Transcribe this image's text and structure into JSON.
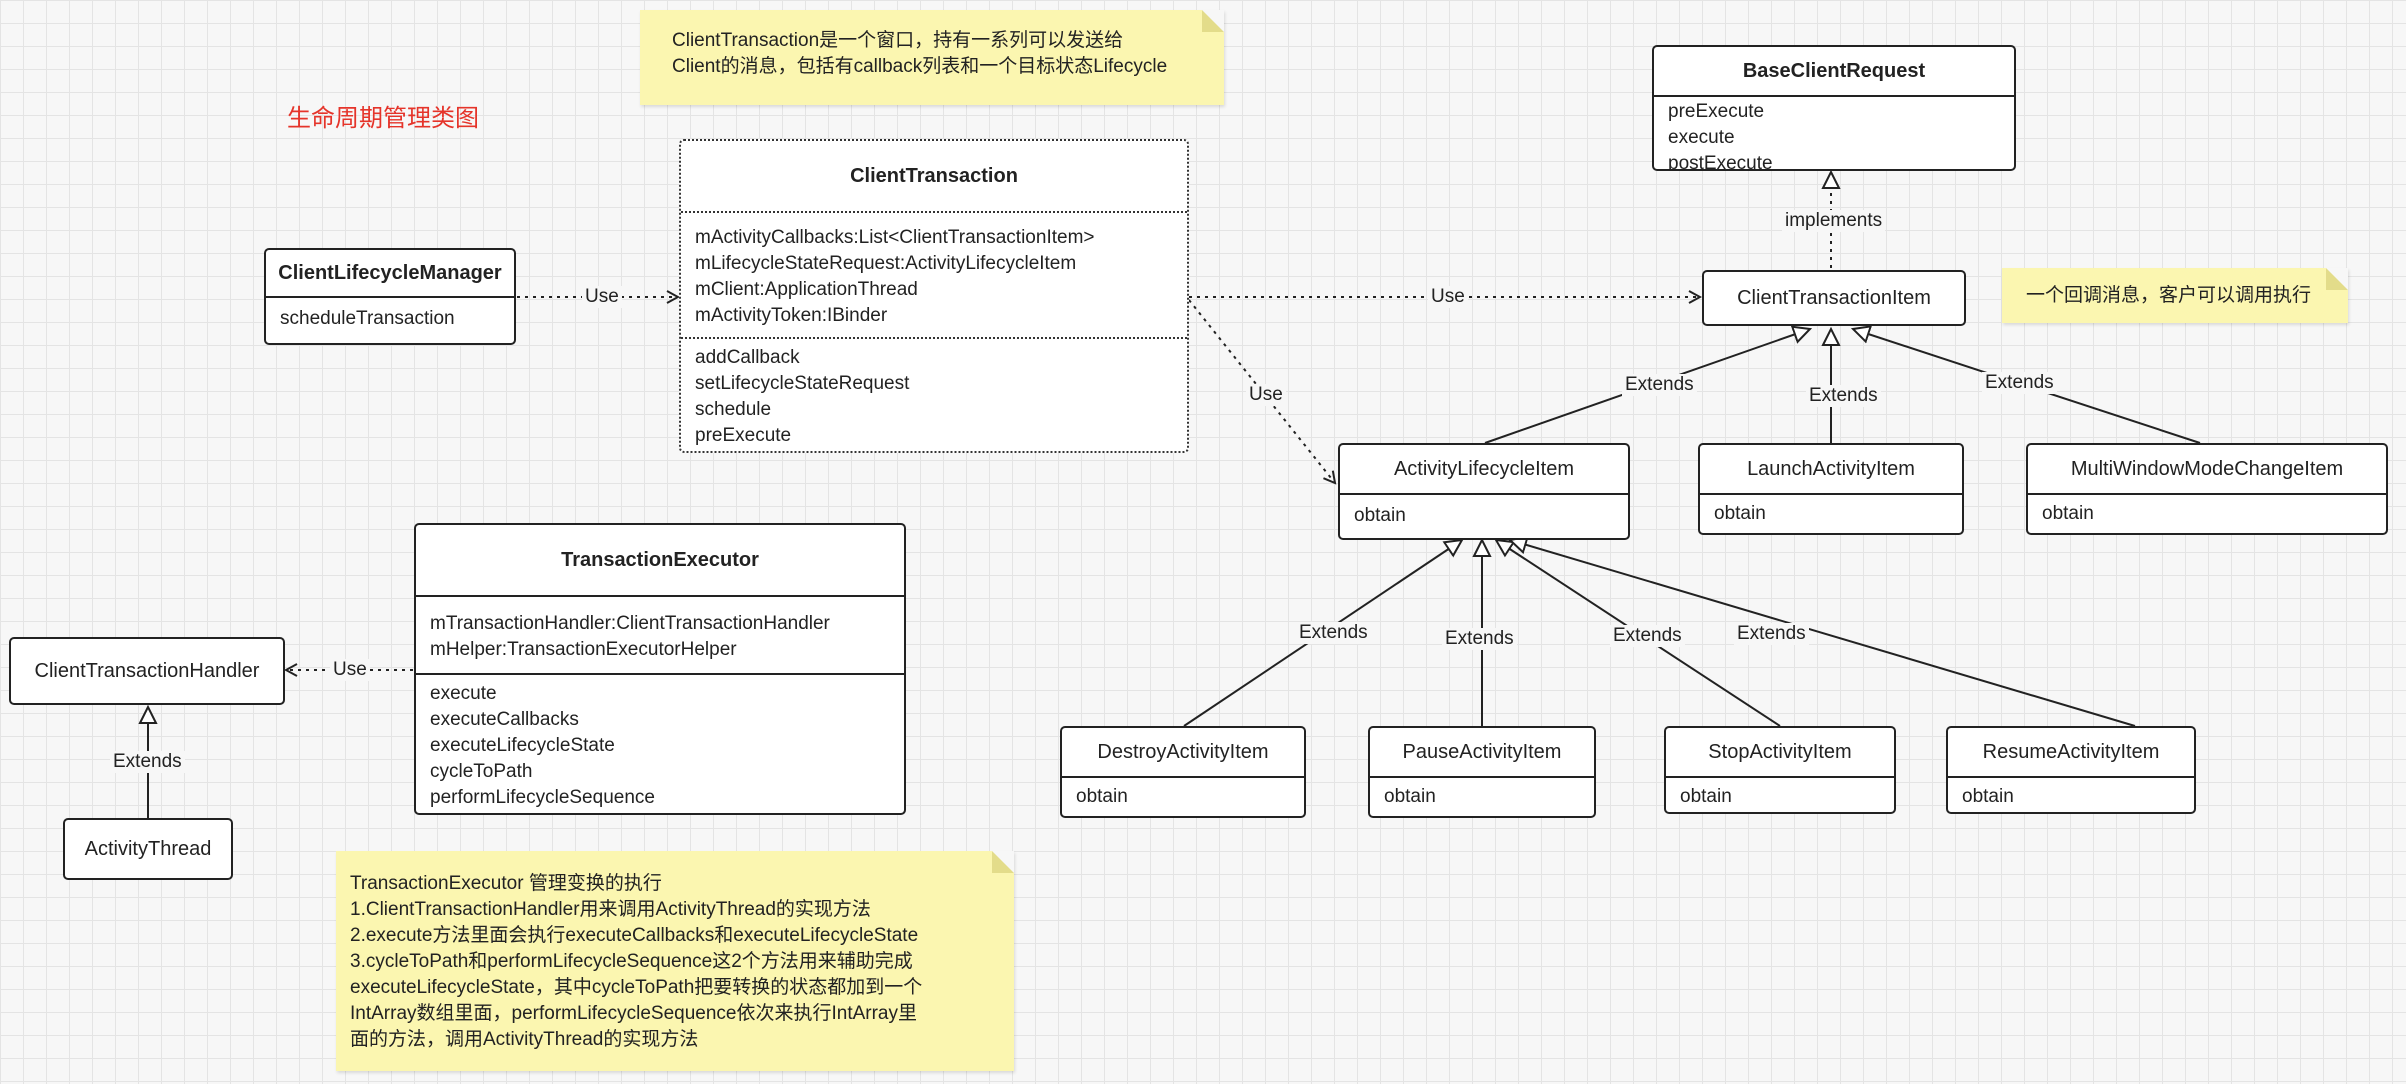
{
  "diagram_title": "生命周期管理类图",
  "classes": {
    "base_client_request": {
      "name": "BaseClientRequest",
      "methods": [
        "preExecute",
        "execute",
        "postExecute"
      ]
    },
    "client_transaction": {
      "name": "ClientTransaction",
      "fields": [
        "mActivityCallbacks:List<ClientTransactionItem>",
        "mLifecycleStateRequest:ActivityLifecycleItem",
        "mClient:ApplicationThread",
        "mActivityToken:IBinder"
      ],
      "methods": [
        "addCallback",
        "setLifecycleStateRequest",
        "schedule",
        "preExecute"
      ]
    },
    "client_lifecycle_manager": {
      "name": "ClientLifecycleManager",
      "methods": [
        "scheduleTransaction"
      ]
    },
    "client_transaction_item": {
      "name": "ClientTransactionItem"
    },
    "activity_lifecycle_item": {
      "name": "ActivityLifecycleItem",
      "methods": [
        "obtain"
      ]
    },
    "launch_activity_item": {
      "name": "LaunchActivityItem",
      "methods": [
        "obtain"
      ]
    },
    "multi_window_mode_change_item": {
      "name": "MultiWindowModeChangeItem",
      "methods": [
        "obtain"
      ]
    },
    "transaction_executor": {
      "name": "TransactionExecutor",
      "fields": [
        "mTransactionHandler:ClientTransactionHandler",
        "mHelper:TransactionExecutorHelper"
      ],
      "methods": [
        "execute",
        "executeCallbacks",
        "executeLifecycleState",
        "cycleToPath",
        "performLifecycleSequence"
      ]
    },
    "client_transaction_handler": {
      "name": "ClientTransactionHandler"
    },
    "activity_thread": {
      "name": "ActivityThread"
    },
    "destroy_activity_item": {
      "name": "DestroyActivityItem",
      "methods": [
        "obtain"
      ]
    },
    "pause_activity_item": {
      "name": "PauseActivityItem",
      "methods": [
        "obtain"
      ]
    },
    "stop_activity_item": {
      "name": "StopActivityItem",
      "methods": [
        "obtain"
      ]
    },
    "resume_activity_item": {
      "name": "ResumeActivityItem",
      "methods": [
        "obtain"
      ]
    }
  },
  "notes": {
    "client_transaction_note": [
      "ClientTransaction是一个窗口，持有一系列可以发送给",
      "Client的消息，包括有callback列表和一个目标状态Lifecycle"
    ],
    "callback_note": [
      "一个回调消息，客户可以调用执行"
    ],
    "executor_note": [
      "TransactionExecutor 管理变换的执行",
      "1.ClientTransactionHandler用来调用ActivityThread的实现方法",
      "2.execute方法里面会执行executeCallbacks和executeLifecycleState",
      "3.cycleToPath和performLifecycleSequence这2个方法用来辅助完成",
      "executeLifecycleState，其中cycleToPath把要转换的状态都加到一个",
      "IntArray数组里面，performLifecycleSequence依次来执行IntArray里",
      "面的方法，调用ActivityThread的实现方法"
    ]
  },
  "edge_labels": {
    "use_manager": "Use",
    "use_transaction_item": "Use",
    "use_lifecycle_item": "Use",
    "use_handler": "Use",
    "implements": "implements",
    "extends_activity_lifecycle": "Extends",
    "extends_launch": "Extends",
    "extends_multi_window": "Extends",
    "extends_destroy": "Extends",
    "extends_pause": "Extends",
    "extends_stop": "Extends",
    "extends_resume": "Extends",
    "extends_activity_thread": "Extends"
  },
  "colors": {
    "title": "#e5342a",
    "note": "#fbf6b0",
    "line": "#222222"
  }
}
